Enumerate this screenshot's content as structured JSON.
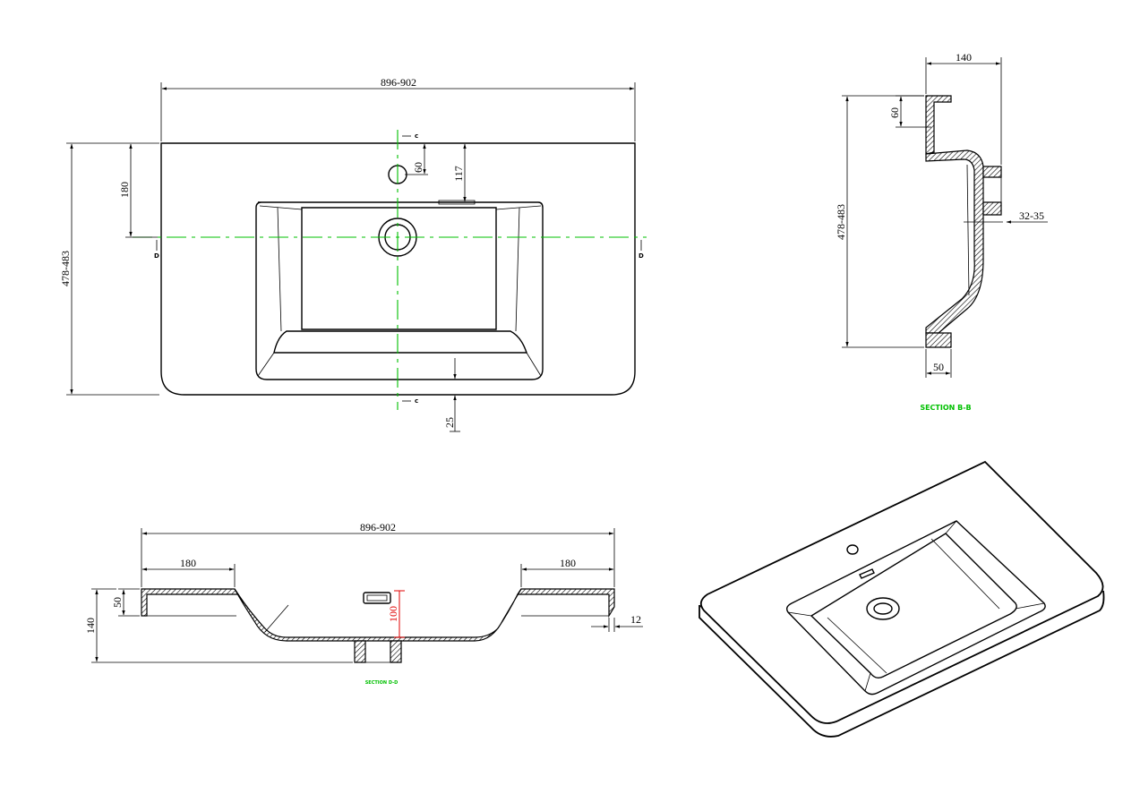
{
  "plan_view": {
    "width_dim": "896-902",
    "depth_dim": "478-483",
    "tap_offset_dim": "180",
    "tap_hole_dim": "60",
    "bowl_top_dim": "117",
    "bottom_rim_dim": "25",
    "mark_c_top": "c",
    "mark_c_bottom": "c",
    "mark_d_left": "D",
    "mark_d_right": "D"
  },
  "section_bb": {
    "top_dim": "140",
    "rim_dim": "60",
    "depth_dim": "478-483",
    "drain_dim": "32-35",
    "bottom_dim": "50",
    "caption": "SECTION B-B"
  },
  "section_dd": {
    "width_dim": "896-902",
    "left_ledge_dim": "180",
    "right_ledge_dim": "180",
    "rim_height_dim": "50",
    "total_height_dim": "140",
    "bowl_depth_dim": "100",
    "wall_dim": "12",
    "caption": "SECTION D-D"
  },
  "colors": {
    "line": "#000000",
    "centerline": "#00c000",
    "highlight": "#e00000"
  }
}
